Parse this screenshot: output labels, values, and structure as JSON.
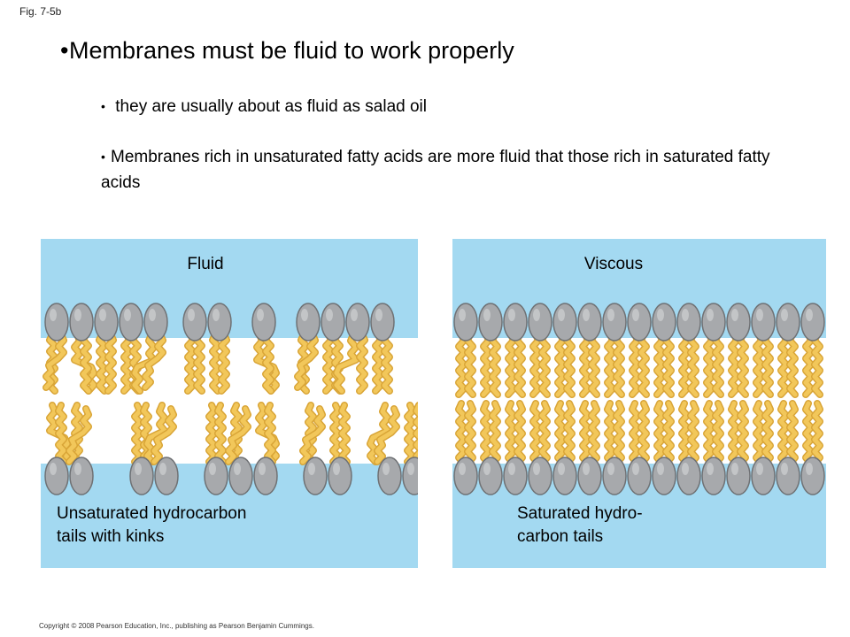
{
  "fig_label": "Fig. 7-5b",
  "main_bullet": "Membranes must be fluid to work properly",
  "sub_bullets": [
    "they are usually about as fluid as salad oil",
    "Membranes rich in unsaturated fatty acids are more fluid that those rich in saturated fatty acids"
  ],
  "panels": {
    "fluid": {
      "title": "Fluid",
      "caption_line1": "Unsaturated hydrocarbon",
      "caption_line2": "tails with kinks"
    },
    "viscous": {
      "title": "Viscous",
      "caption_line1": "Saturated hydro-",
      "caption_line2": "carbon tails"
    }
  },
  "copyright": "Copyright © 2008 Pearson Education, Inc., publishing as Pearson Benjamin Cummings.",
  "colors": {
    "water": "#a3d9f1",
    "tail": "#f2c75a",
    "tail_edge": "#d9a537",
    "head": "#a7a9ac",
    "head_edge": "#6f7174"
  }
}
